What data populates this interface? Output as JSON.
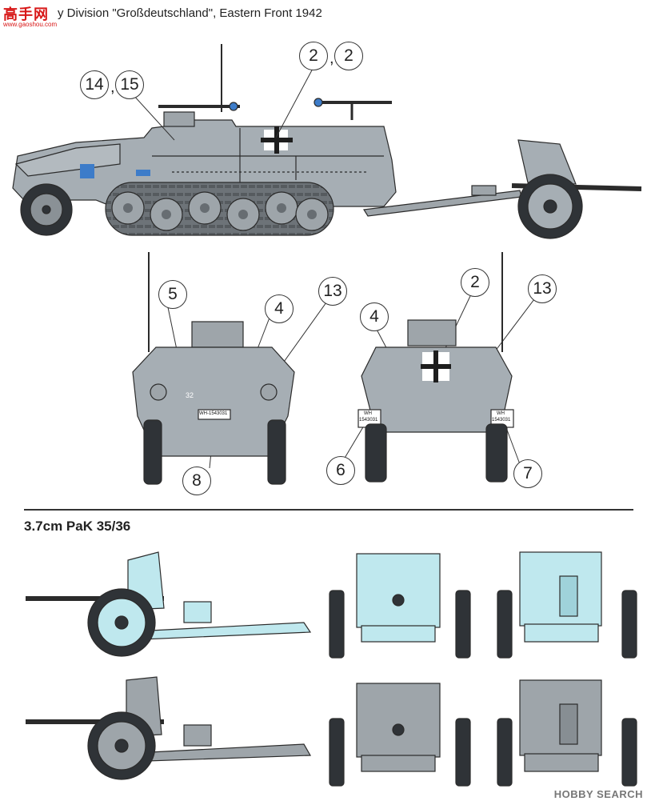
{
  "header": {
    "logo_text": "高手网",
    "logo_url": "www.gaoshou.com",
    "title": "y Division \"Großdeutschland\", Eastern Front 1942"
  },
  "section": {
    "title": "3.7cm PaK 35/36"
  },
  "callouts": {
    "c14": "14",
    "c15": "15",
    "c2a": "2",
    "c2b": "2",
    "comma": ",",
    "c5": "5",
    "c4a": "4",
    "c13a": "13",
    "c8": "8",
    "c2c": "2",
    "c4b": "4",
    "c13b": "13",
    "c6": "6",
    "c7": "7"
  },
  "markings": {
    "plate_rear": "WH-1543031",
    "plate_left_wh": "WH",
    "plate_left_num": "1543031",
    "plate_right_wh": "WH",
    "plate_right_num": "1543031",
    "tac_number": "32"
  },
  "watermark": "HOBBY SEARCH",
  "colors": {
    "vehicle_grey": "#a6aeb4",
    "vehicle_outline": "#2b2b2b",
    "gun_light_blue": "#bfe8ee",
    "gun_grey": "#9ea5aa",
    "accent_blue": "#3d7cc9",
    "logo_red": "#d81818"
  }
}
